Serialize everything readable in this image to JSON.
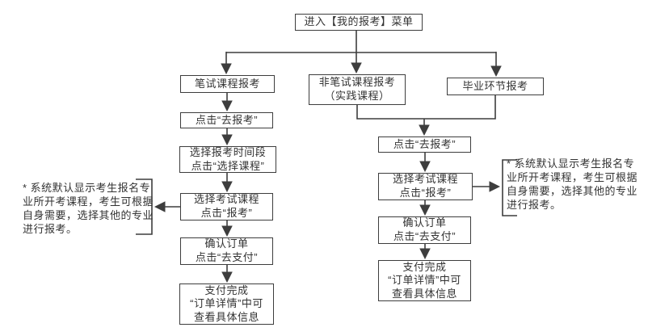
{
  "diagram": {
    "start": "进入【我的报考】菜单",
    "branches": {
      "written": "笔试课程报考",
      "non_written": "非笔试课程报考\n（实践课程）",
      "graduation": "毕业环节报考"
    },
    "left_flow": {
      "click_register": "点击“去报考”",
      "select_period": "选择报考时间段\n点击“选择课程”",
      "select_course": "选择考试课程\n点击“报考”",
      "confirm_order": "确认订单\n点击“去支付”",
      "payment_done": "支付完成\n“订单详情”中可\n查看具体信息"
    },
    "right_flow": {
      "click_register": "点击“去报考”",
      "select_course": "选择考试课程\n点击“报考”",
      "confirm_order": "确认订单\n点击“去支付”",
      "payment_done": "支付完成\n“订单详情”中可\n查看具体信息"
    },
    "annotations": {
      "left": "* 系统默认显示考生报名专\n业所开考课程，考生可根据\n自身需要，选择其他的专业\n进行报考。",
      "right": "* 系统默认显示考生报名专\n业所开考课程，考生可根据\n自身需要，选择其他的专业\n进行报考。"
    },
    "colors": {
      "line": "#3d3d3d",
      "text": "#333333",
      "background": "#ffffff"
    }
  }
}
